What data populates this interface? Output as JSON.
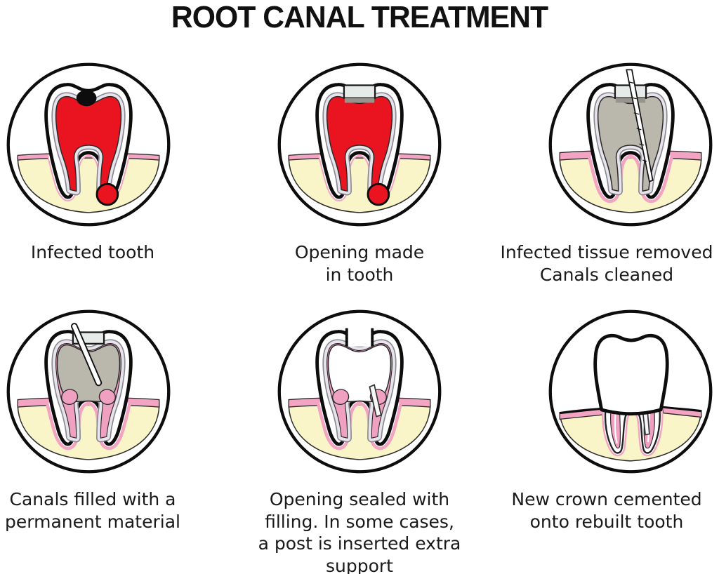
{
  "title": "ROOT CANAL TREATMENT",
  "steps": [
    {
      "id": "infected-tooth",
      "caption": "Infected tooth"
    },
    {
      "id": "opening-made",
      "caption": "Opening made\nin tooth"
    },
    {
      "id": "tissue-removed",
      "caption": "Infected tissue removed\nCanals cleaned"
    },
    {
      "id": "canals-filled",
      "caption": "Canals filled with a\npermanent material"
    },
    {
      "id": "opening-sealed",
      "caption": "Opening sealed with\nfilling. In some cases,\na post is inserted extra\nsupport"
    },
    {
      "id": "new-crown",
      "caption": "New crown cemented\nonto rebuilt tooth"
    }
  ],
  "colors": {
    "background": "#ffffff",
    "outline_black": "#0d0d0d",
    "infected_pulp_red": "#E9141F",
    "bone_cream": "#FAF5C9",
    "gum_pink": "#F2A4C2",
    "canal_filling_pink": "#F0A0C0",
    "dentin_lavender": "#E7E4EC",
    "cleaned_chamber_gray": "#BAB7AD",
    "filling_light_gray": "#E6EAE8",
    "caption_text": "#1a1a1a"
  }
}
